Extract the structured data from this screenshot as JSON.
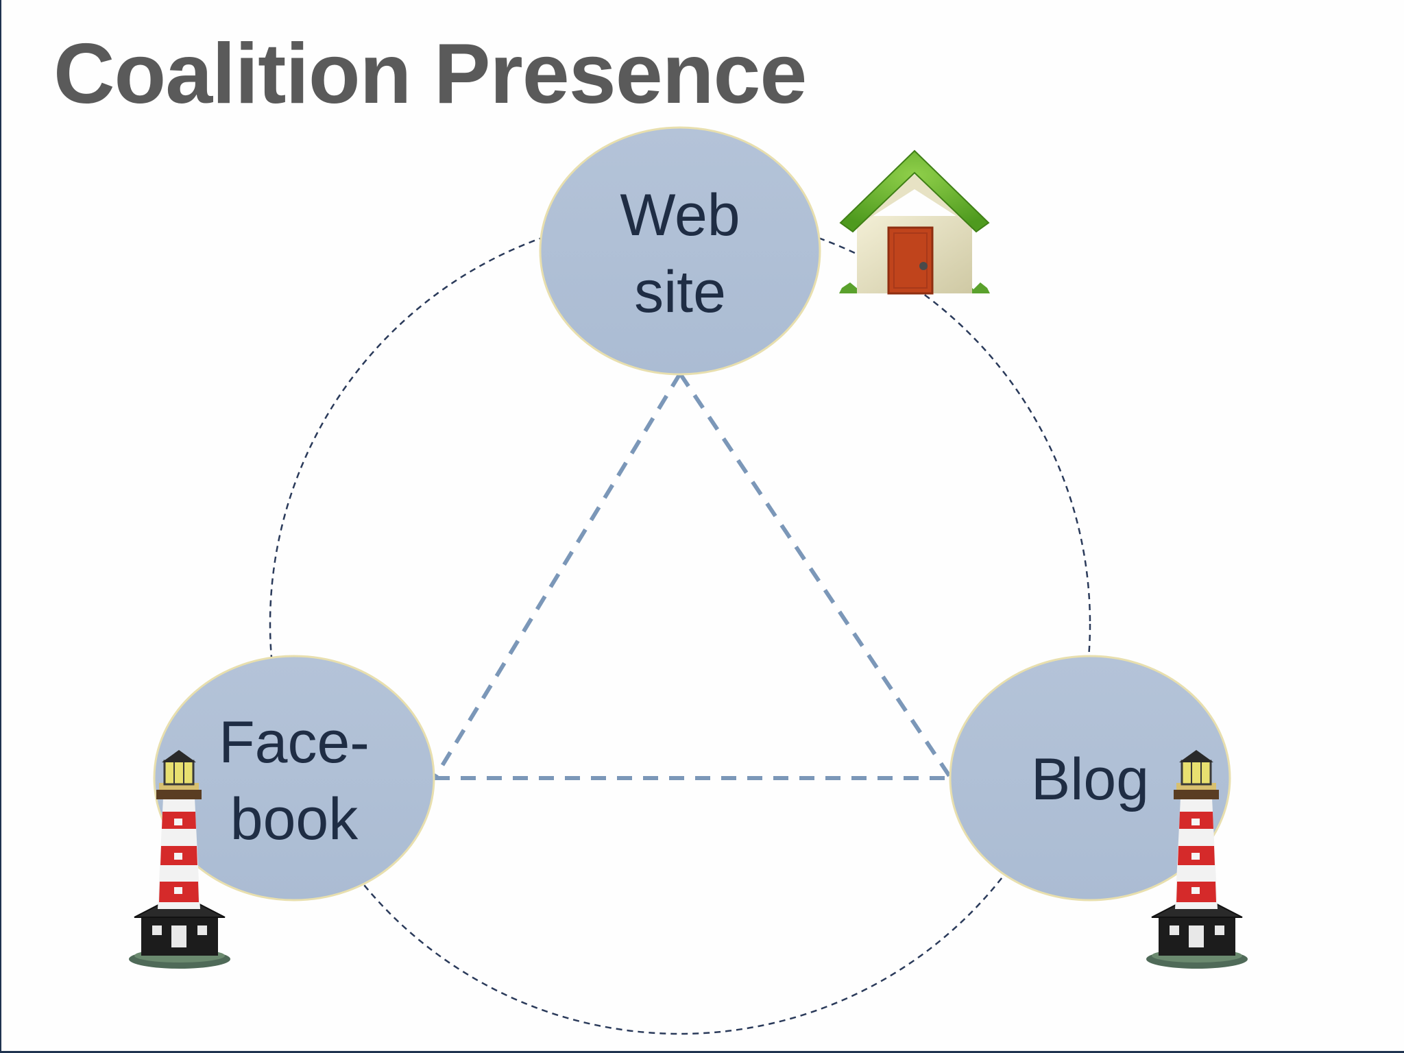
{
  "slide": {
    "title": "Coalition Presence"
  },
  "diagram": {
    "nodes": [
      {
        "id": "website",
        "lines": [
          "Web",
          "site"
        ],
        "icon": "house-icon"
      },
      {
        "id": "facebook",
        "lines": [
          "Face-",
          "book"
        ],
        "icon": "lighthouse-icon"
      },
      {
        "id": "blog",
        "lines": [
          "Blog"
        ],
        "icon": "lighthouse-icon"
      }
    ],
    "edges": [
      [
        "website",
        "facebook"
      ],
      [
        "website",
        "blog"
      ],
      [
        "facebook",
        "blog"
      ]
    ],
    "colors": {
      "node_fill": "#b0c0d6",
      "node_stroke": "#e8dfae",
      "inner_dash": "#7b97b8",
      "outer_dash": "#2a3a5a",
      "text": "#1f2d44",
      "title": "#5a5a5a"
    }
  }
}
